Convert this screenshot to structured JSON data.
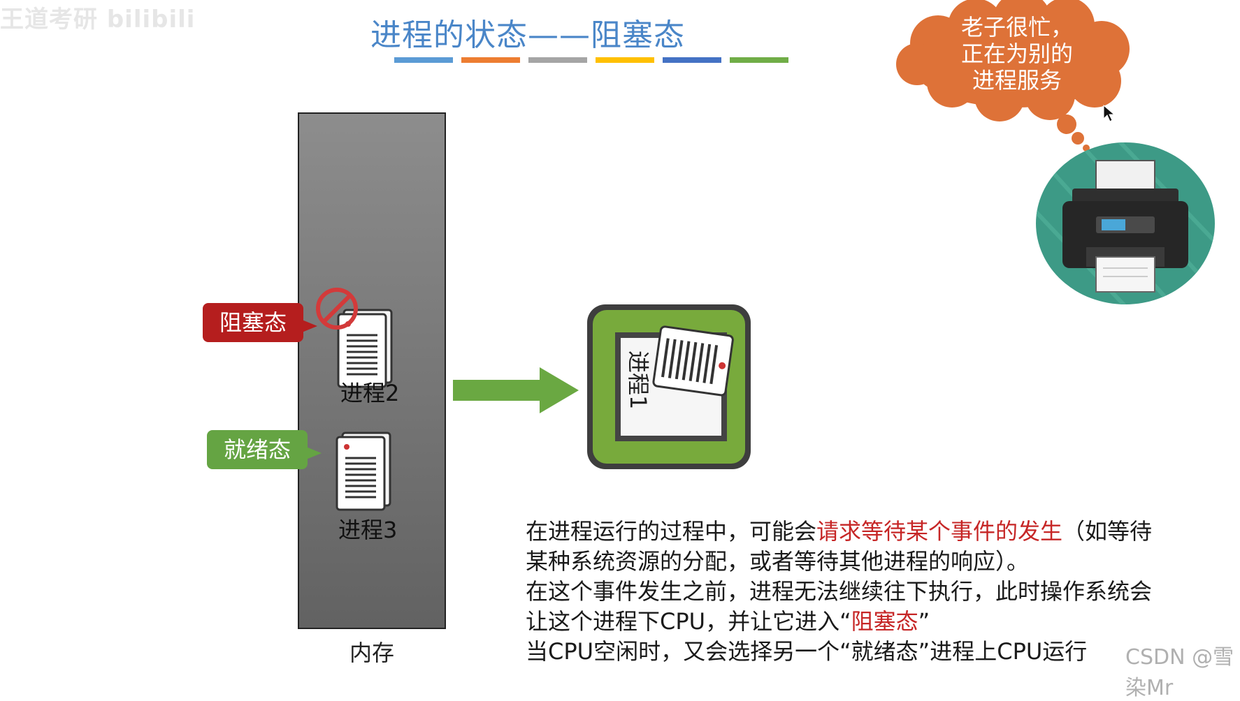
{
  "watermark": "王道考研 bilibili",
  "title": "进程的状态——阻塞态",
  "divider_colors": [
    "#5b9bd5",
    "#ed7d31",
    "#a5a5a5",
    "#ffc000",
    "#4472c4",
    "#70ad47"
  ],
  "memory": {
    "label": "内存",
    "processes": [
      {
        "name": "进程2",
        "state": "阻塞态"
      },
      {
        "name": "进程3",
        "state": "就绪态"
      }
    ]
  },
  "cpu": {
    "running_process": "进程1"
  },
  "bubble": {
    "line1": "老子很忙，",
    "line2": "正在为别的",
    "line3": "进程服务"
  },
  "description": {
    "p1a": "在进程运行的过程中，可能会",
    "p1b": "请求等待某个事件的发生",
    "p1c": "（如等待",
    "p2": "某种系统资源的分配，或者等待其他进程的响应）。",
    "p3": "在这个事件发生之前，进程无法继续往下执行，此时操作系统会",
    "p4a": "让这个进程下CPU，并让它进入“",
    "p4b": "阻塞态",
    "p4c": "”",
    "p5": "当CPU空闲时，又会选择另一个“就绪态”进程上CPU运行"
  },
  "csdn_watermark": "CSDN @雪染Mr",
  "colors": {
    "title": "#4a86c8",
    "blocked": "#b51e1e",
    "ready": "#65a443",
    "cpu": "#7aaa3c",
    "bubble": "#de7238",
    "printer_bg": "#3d9a86",
    "highlight": "#c62626"
  },
  "icons": [
    "document-icon",
    "prohibited-icon",
    "arrow-right-icon",
    "cpu-chip-icon",
    "thought-cloud-icon",
    "printer-icon",
    "cursor-icon"
  ]
}
